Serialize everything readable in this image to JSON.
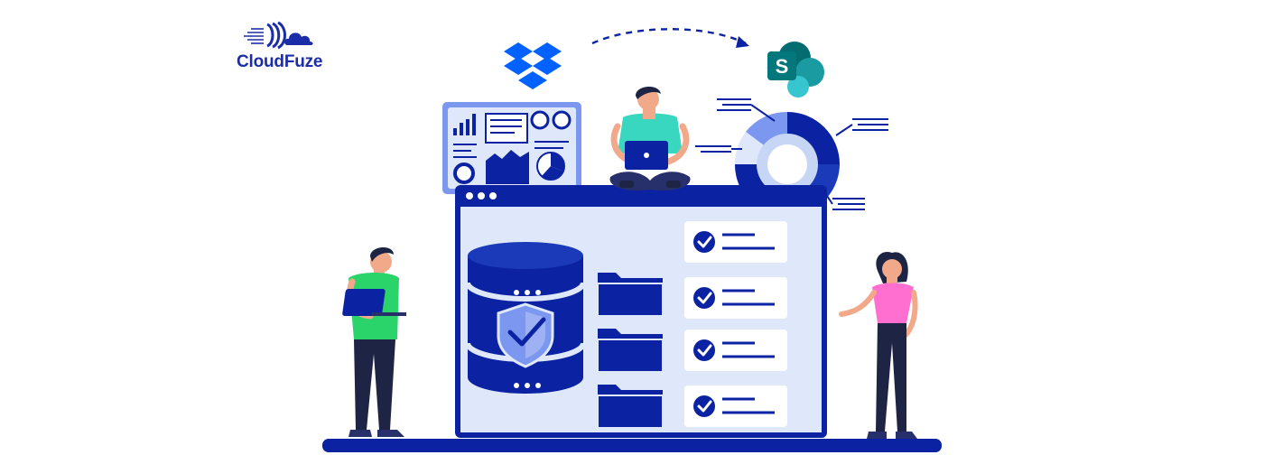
{
  "brand": {
    "name": "CloudFuze",
    "color": "#1b2ea8"
  },
  "colors": {
    "primary": "#0b23a3",
    "light_panel": "#dfe8fb",
    "dropbox_blue": "#0061fe",
    "sharepoint_teal": "#038387",
    "green_shirt": "#2bd46a",
    "teal_shirt": "#39d7c0",
    "pink_shirt": "#ff6fd0"
  },
  "icons": {
    "dropbox": "dropbox-icon",
    "sharepoint": "sharepoint-icon",
    "sharepoint_letter": "S"
  },
  "checklist": {
    "count": 4
  }
}
